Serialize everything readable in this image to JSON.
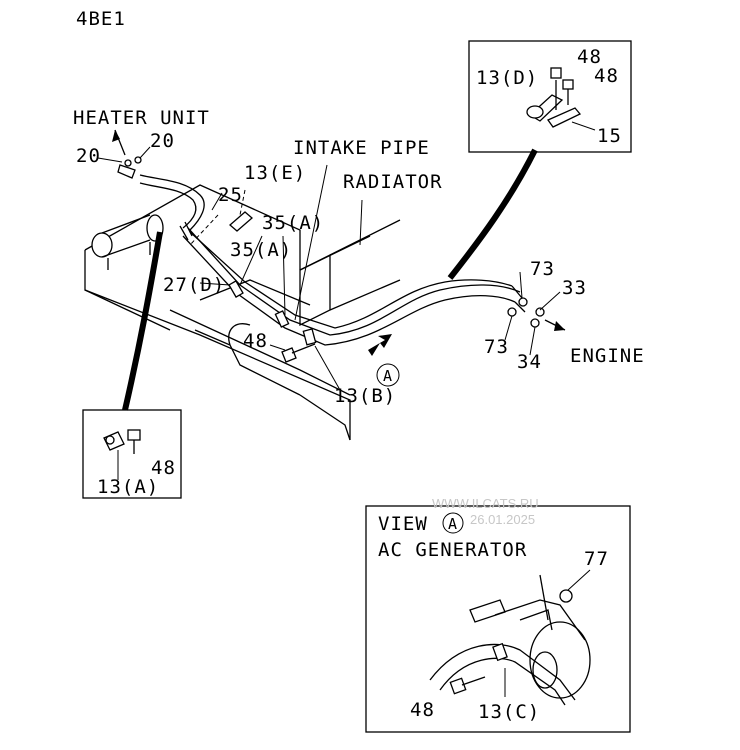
{
  "model_code": "4BE1",
  "main_labels": {
    "heater_unit": "HEATER UNIT",
    "intake_pipe": "INTAKE PIPE",
    "radiator": "RADIATOR",
    "engine": "ENGINE",
    "view_marker": "A"
  },
  "callouts": {
    "c20_left": "20",
    "c20_right": "20",
    "c13e": "13(E)",
    "c25": "25",
    "c35a_upper": "35(A)",
    "c35a_lower": "35(A)",
    "c27d": "27(D)",
    "c48_main": "48",
    "c13b": "13(B)",
    "c73_upper": "73",
    "c73_lower": "73",
    "c33": "33",
    "c34": "34"
  },
  "inset_top": {
    "c13d": "13(D)",
    "c48_a": "48",
    "c48_b": "48",
    "c15": "15"
  },
  "inset_left": {
    "c48": "48",
    "c13a": "13(A)"
  },
  "inset_view": {
    "title": "VIEW",
    "view_marker": "A",
    "subtitle": "AC GENERATOR",
    "c77": "77",
    "c48": "48",
    "c13c": "13(C)"
  },
  "watermark": {
    "site": "WWW.ILCATS.RU",
    "date": "26.01.2025"
  }
}
